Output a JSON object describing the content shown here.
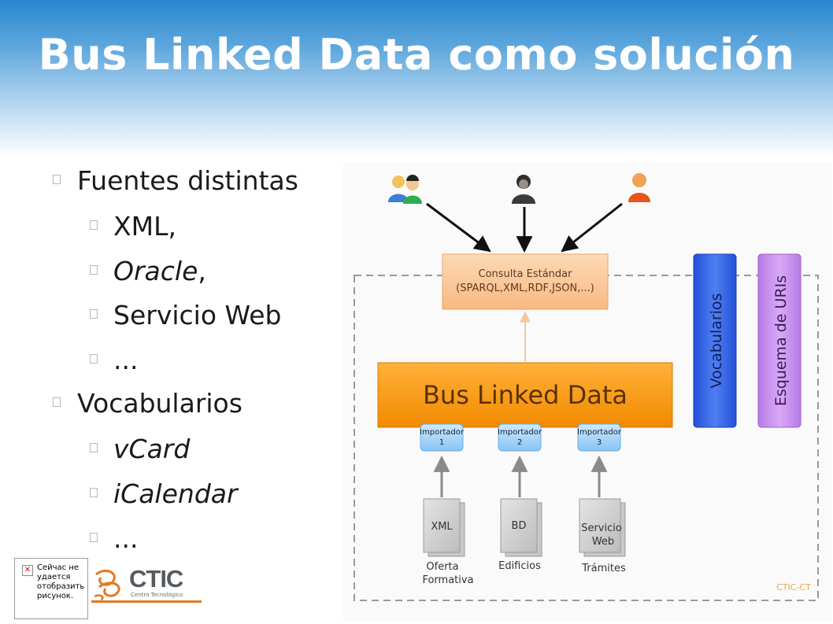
{
  "slide": {
    "title": "Bus Linked Data como solución",
    "bullets": {
      "fuentes": "Fuentes distintas",
      "xml": "XML,",
      "oracle": "Oracle",
      "oracle_comma": ",",
      "servicio": "Servicio Web",
      "ellipsis1": "...",
      "vocabularios": "Vocabularios",
      "vcard": "vCard",
      "icalendar": "iCalendar",
      "ellipsis2": "..."
    },
    "broken_image": {
      "line1": "Сейчас не",
      "line2": "удается",
      "line3": "отобразить",
      "line4": "рисунок."
    },
    "logo": {
      "name": "CTIC",
      "subtitle": "Centro Tecnológico"
    }
  },
  "diagram": {
    "query": {
      "line1": "Consulta Estándar",
      "line2": "(SPARQL,XML,RDF,JSON,...)"
    },
    "bus": "Bus Linked Data",
    "side_boxes": {
      "vocab": "Vocabularios",
      "uris": "Esquema de URIs"
    },
    "importers": [
      {
        "label": "Importador",
        "num": "1"
      },
      {
        "label": "Importador",
        "num": "2"
      },
      {
        "label": "Importador",
        "num": "3"
      }
    ],
    "sources": [
      {
        "line1": "XML",
        "line2": "",
        "caption1": "Oferta",
        "caption2": "Formativa"
      },
      {
        "line1": "BD",
        "line2": "",
        "caption1": "Edificios",
        "caption2": ""
      },
      {
        "line1": "Servicio",
        "line2": "Web",
        "caption1": "Trámites",
        "caption2": ""
      }
    ],
    "watermark": "CTIC-CT"
  },
  "colors": {
    "header_top": "#2b86cf",
    "bus_orange": "#f39410",
    "query_box": "#fbc79a",
    "vocab_blue": "#3467e6",
    "uris_purple": "#c78ef0",
    "importer_blue": "#9ecff7"
  }
}
